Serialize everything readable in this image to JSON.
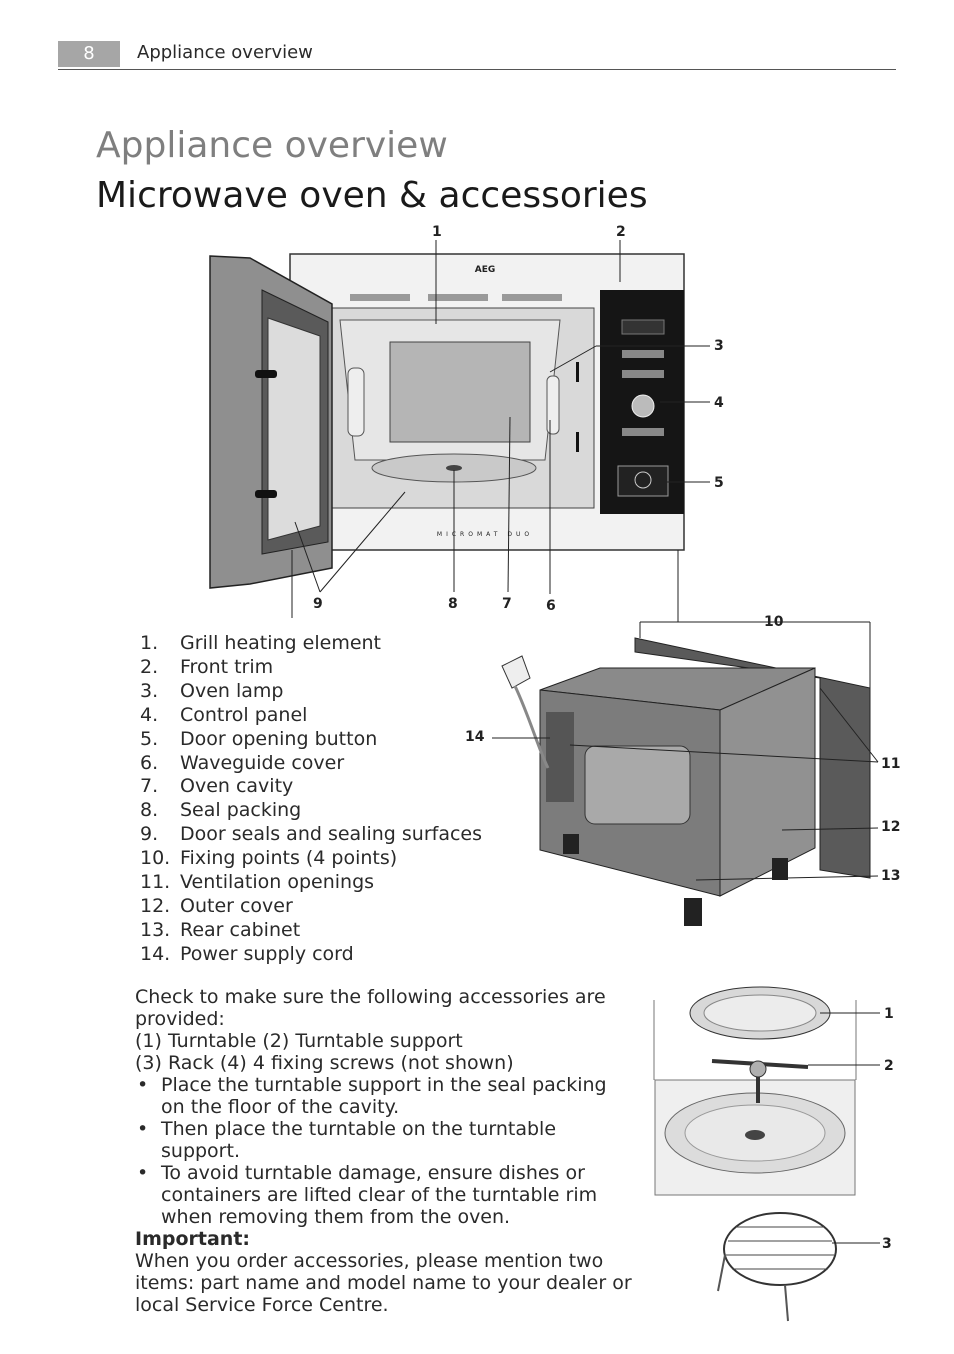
{
  "header": {
    "page_number": "8",
    "section": "Appliance overview"
  },
  "title": "Appliance overview",
  "subtitle": "Microwave oven & accessories",
  "oven_brand": "AEG",
  "oven_model": "MICROMAT DUO",
  "parts": [
    {
      "num": "1.",
      "label": "Grill heating element"
    },
    {
      "num": "2.",
      "label": "Front trim"
    },
    {
      "num": "3.",
      "label": "Oven lamp"
    },
    {
      "num": "4.",
      "label": "Control panel"
    },
    {
      "num": "5.",
      "label": "Door opening button"
    },
    {
      "num": "6.",
      "label": "Waveguide cover"
    },
    {
      "num": "7.",
      "label": "Oven cavity"
    },
    {
      "num": "8.",
      "label": "Seal packing"
    },
    {
      "num": "9.",
      "label": "Door seals and sealing surfaces"
    },
    {
      "num": "10.",
      "label": "Fixing points (4 points)"
    },
    {
      "num": "11.",
      "label": "Ventilation openings"
    },
    {
      "num": "12.",
      "label": "Outer cover"
    },
    {
      "num": "13.",
      "label": "Rear cabinet"
    },
    {
      "num": "14.",
      "label": "Power supply cord"
    }
  ],
  "oven_callouts": [
    "1",
    "2",
    "3",
    "4",
    "5",
    "6",
    "7",
    "8",
    "9",
    "10"
  ],
  "cabinet_callouts": [
    "11",
    "12",
    "13",
    "14"
  ],
  "accessory_callouts": [
    "1",
    "2",
    "3"
  ],
  "accessories": {
    "intro": "Check to make sure the following accessories are provided:",
    "line1": "(1) Turntable  (2) Turntable support",
    "line2": "(3) Rack (4) 4 fixing screws (not shown)",
    "bullets": [
      "Place the turntable support in the seal packing on the floor of the cavity.",
      "Then place the turntable on the turntable support.",
      "To avoid turntable damage, ensure dishes or containers are lifted clear of the turntable rim when removing them from the oven."
    ],
    "important_label": "Important:",
    "important_text": "When you order accessories, please mention two items: part name and model name to your dealer or local Service Force Centre."
  }
}
